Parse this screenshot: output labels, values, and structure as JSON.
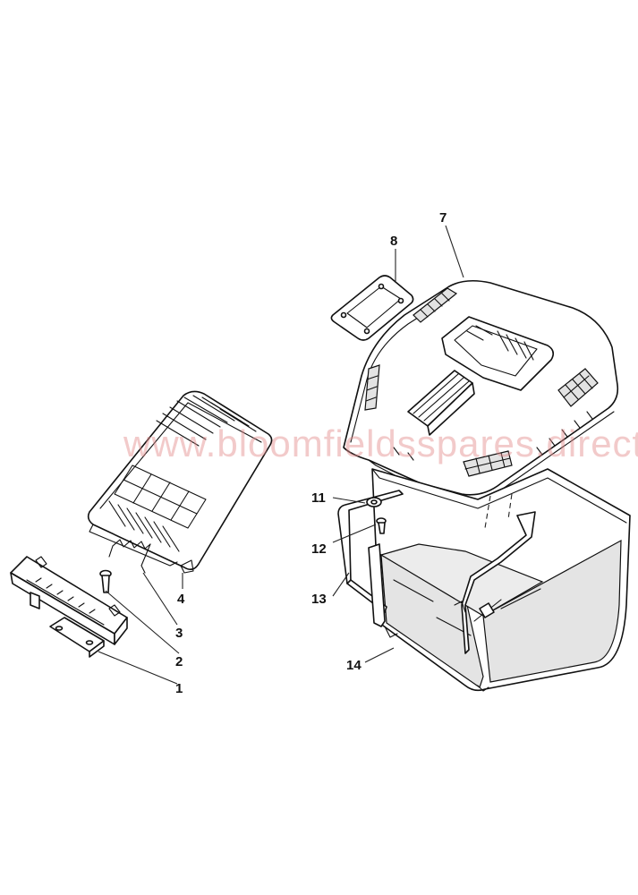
{
  "diagram": {
    "callouts": {
      "c1": "1",
      "c2": "2",
      "c3": "3",
      "c4": "4",
      "c7": "7",
      "c8": "8",
      "c11": "11",
      "c12": "12",
      "c13": "13",
      "c14": "14"
    },
    "watermark": "www.bloomfieldsspares.direct"
  }
}
